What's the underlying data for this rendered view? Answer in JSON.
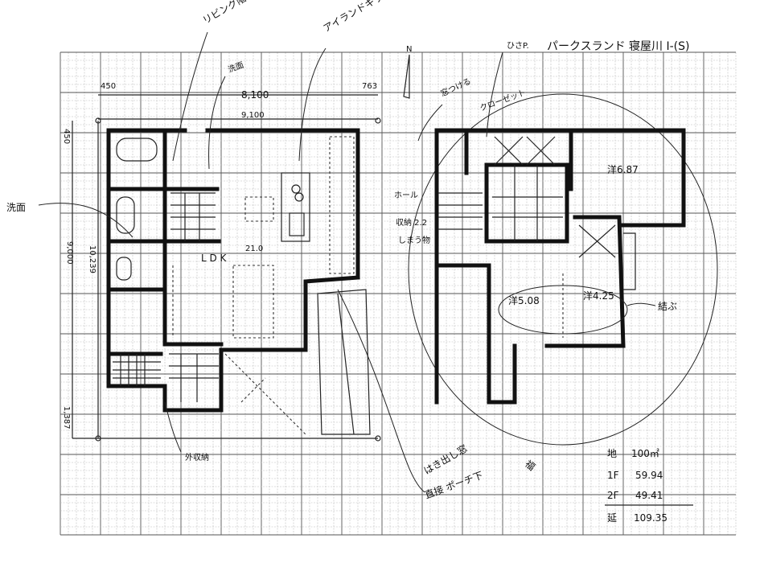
{
  "title": "パークスランド 寝屋川  I-(S)",
  "north_label": "N",
  "first_floor": {
    "dims": {
      "top_left": "450",
      "top_total": "8,100",
      "top_right": "763",
      "top_overall": "9,100",
      "left_top": "450",
      "left_total": "9,000",
      "left_inner": "10,239",
      "left_bottom": "1,387"
    },
    "room_label": "L D K",
    "room_size": "21.0",
    "notes": {
      "living_stairs": "リビング階段",
      "washroom_top": "洗面",
      "island_kitchen": "アイランドキッチン",
      "washroom_left": "洗面",
      "outdoor_storage": "外収納",
      "sweep_window": "はき出し窓",
      "direct_porch": "直接 ポーチ下"
    }
  },
  "second_floor": {
    "rooms": [
      {
        "name": "洋",
        "size": "6.87"
      },
      {
        "name": "洋",
        "size": "5.08"
      },
      {
        "name": "洋",
        "size": "4.25"
      }
    ],
    "notes": {
      "eaves": "ひさP.",
      "add_window": "窓つける",
      "closet": "クローゼット",
      "hall": "ホール",
      "storage": "収納 2.2",
      "storage2": "しまう物",
      "connect": "結ぶ",
      "balcony": "福"
    }
  },
  "area_table": [
    {
      "label": "地",
      "value": "100㎡"
    },
    {
      "label": "1F",
      "value": "59.94"
    },
    {
      "label": "2F",
      "value": "49.41"
    },
    {
      "label": "延",
      "value": "109.35"
    }
  ]
}
